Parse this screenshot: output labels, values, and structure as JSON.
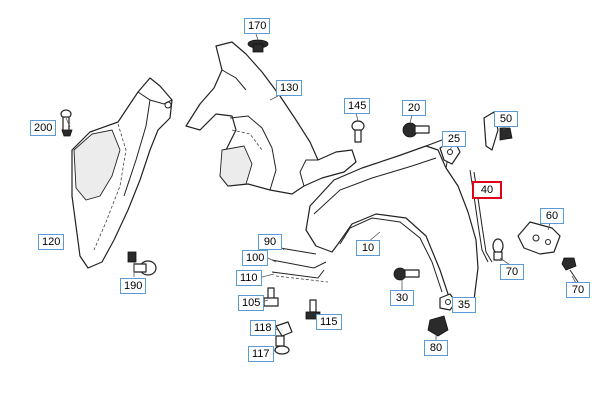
{
  "callouts": {
    "p10": "10",
    "p20": "20",
    "p25": "25",
    "p30": "30",
    "p35": "35",
    "p40": "40",
    "p50": "50",
    "p60": "60",
    "p70a": "70",
    "p70b": "70",
    "p80": "80",
    "p90": "90",
    "p100": "100",
    "p105": "105",
    "p110": "110",
    "p115": "115",
    "p117": "117",
    "p118": "118",
    "p120": "120",
    "p130": "130",
    "p145": "145",
    "p170": "170",
    "p190": "190",
    "p200": "200"
  },
  "selected_callout": "40",
  "colors": {
    "callout_border": "#5b9bd5",
    "selected_border": "#e0001a",
    "line": "#222222"
  }
}
